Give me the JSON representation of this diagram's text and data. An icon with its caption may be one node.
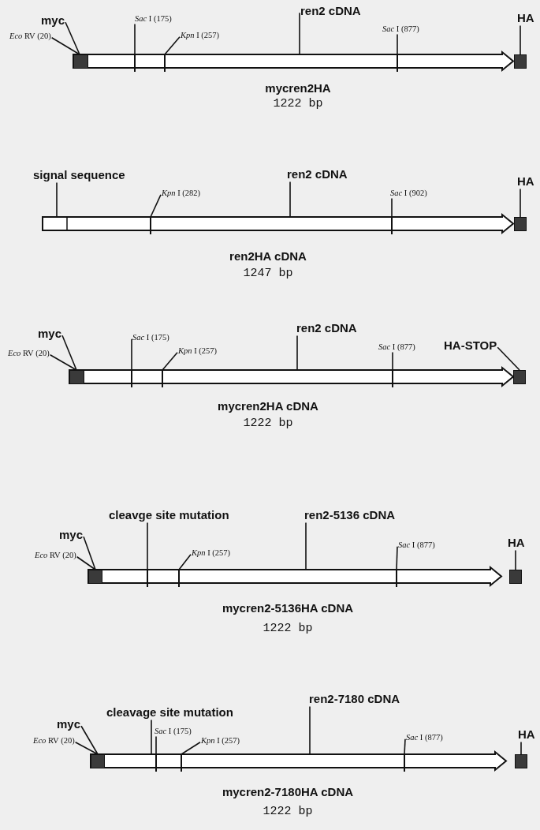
{
  "diagram": {
    "nodes": [
      {
        "text": [
          "myc"
        ]
      },
      {
        "text": [
          "ren2 cDNA"
        ]
      },
      {
        "text": [
          "HA"
        ]
      },
      {
        "text": [
          "*Sac* I (175)"
        ]
      },
      {
        "text": [
          "*Sac* I (877)"
        ]
      },
      {
        "text": [
          "*Eco* RV (20)"
        ]
      },
      {
        "text": [
          "*Kpn* I (257)"
        ]
      },
      {
        "text": [],
        "shape": "bar",
        "beside": [
          "mycren2HA",
          "1222 bp"
        ]
      },
      {
        "text": [],
        "shape": "box",
        "in": 7
      },
      {
        "text": [],
        "shape": "box"
      },
      {
        "text": [
          "signal sequence"
        ]
      },
      {
        "text": [
          "ren2 cDNA"
        ]
      },
      {
        "text": [
          "HA"
        ]
      },
      {
        "text": [
          "*Kpn* I (282)"
        ]
      },
      {
        "text": [
          "*Sac* I (902)"
        ]
      },
      {
        "text": [],
        "shape": "bar",
        "beside": [
          "ren2HA cDNA",
          "1247 bp"
        ]
      },
      {
        "text": [],
        "shape": "box"
      },
      {
        "text": [
          "myc"
        ]
      },
      {
        "text": [
          "ren2 cDNA"
        ]
      },
      {
        "text": [
          "HA-STOP"
        ]
      },
      {
        "text": [
          "*Sac* I (175)"
        ]
      },
      {
        "text": [
          "*Sac* I (877)"
        ]
      },
      {
        "text": [
          "*Eco* RV (20)"
        ]
      },
      {
        "text": [
          "*Kpn* I (257)"
        ]
      },
      {
        "text": [],
        "shape": "bar",
        "beside": [
          "mycren2HA cDNA",
          "1222 bp"
        ]
      },
      {
        "text": [],
        "shape": "box",
        "in": 24
      },
      {
        "text": [],
        "shape": "box"
      },
      {
        "text": [
          "cleavge site mutation"
        ]
      },
      {
        "text": [
          "ren2-5136 cDNA"
        ]
      },
      {
        "text": [
          "myc"
        ]
      },
      {
        "text": [
          "HA"
        ]
      },
      {
        "text": [
          "*Sac* I (877)"
        ]
      },
      {
        "text": [
          "*Eco* RV (20)"
        ]
      },
      {
        "text": [
          "*Kpn* I (257)"
        ]
      },
      {
        "text": [],
        "shape": "bar",
        "beside": [
          "mycren2-5136HA cDNA",
          "1222 bp"
        ]
      },
      {
        "text": [],
        "shape": "box",
        "in": 34
      },
      {
        "text": [],
        "shape": "box"
      },
      {
        "text": [
          "ren2-7180 cDNA"
        ]
      },
      {
        "text": [
          "cleavage site mutation"
        ]
      },
      {
        "text": [
          "myc"
        ]
      },
      {
        "text": [
          "HA"
        ]
      },
      {
        "text": [
          "*Sac* I (175)"
        ]
      },
      {
        "text": [
          "*Eco* RV (20)"
        ]
      },
      {
        "text": [
          "*Kpn* I (257)"
        ]
      },
      {
        "text": [
          "*Sac* I (877)"
        ]
      },
      {
        "text": [],
        "shape": "bar",
        "beside": [
          "mycren2-7180HA cDNA",
          "1222 bp"
        ]
      },
      {
        "text": [],
        "shape": "box",
        "in": 45
      },
      {
        "text": [],
        "shape": "box"
      }
    ],
    "edges": [
      {
        "from": 0,
        "to": 8,
        "arrow": "none"
      },
      {
        "from": 5,
        "to": 8,
        "arrow": "none"
      },
      {
        "from": 3,
        "to": 7,
        "arrow": "none"
      },
      {
        "from": 6,
        "to": 7,
        "arrow": "none"
      },
      {
        "from": 1,
        "to": 7,
        "arrow": "none"
      },
      {
        "from": 4,
        "to": 7,
        "arrow": "none"
      },
      {
        "from": 2,
        "to": 9,
        "arrow": "none"
      },
      {
        "from": 10,
        "to": 15,
        "arrow": "none"
      },
      {
        "from": 13,
        "to": 15,
        "arrow": "none"
      },
      {
        "from": 11,
        "to": 15,
        "arrow": "none"
      },
      {
        "from": 14,
        "to": 15,
        "arrow": "none"
      },
      {
        "from": 12,
        "to": 16,
        "arrow": "none"
      },
      {
        "from": 17,
        "to": 25,
        "arrow": "none"
      },
      {
        "from": 22,
        "to": 25,
        "arrow": "none"
      },
      {
        "from": 20,
        "to": 24,
        "arrow": "none"
      },
      {
        "from": 23,
        "to": 24,
        "arrow": "none"
      },
      {
        "from": 18,
        "to": 24,
        "arrow": "none"
      },
      {
        "from": 21,
        "to": 24,
        "arrow": "none"
      },
      {
        "from": 19,
        "to": 26,
        "arrow": "none"
      },
      {
        "from": 27,
        "to": 34,
        "arrow": "none"
      },
      {
        "from": 29,
        "to": 35,
        "arrow": "none"
      },
      {
        "from": 32,
        "to": 35,
        "arrow": "none"
      },
      {
        "from": 33,
        "to": 34,
        "arrow": "none"
      },
      {
        "from": 28,
        "to": 34,
        "arrow": "none"
      },
      {
        "from": 31,
        "to": 34,
        "arrow": "none"
      },
      {
        "from": 30,
        "to": 36,
        "arrow": "none"
      },
      {
        "from": 38,
        "to": 45,
        "arrow": "none"
      },
      {
        "from": 41,
        "to": 45,
        "arrow": "none"
      },
      {
        "from": 39,
        "to": 46,
        "arrow": "none"
      },
      {
        "from": 42,
        "to": 46,
        "arrow": "none"
      },
      {
        "from": 43,
        "to": 45,
        "arrow": "none"
      },
      {
        "from": 37,
        "to": 45,
        "arrow": "none"
      },
      {
        "from": 44,
        "to": 45,
        "arrow": "none"
      },
      {
        "from": 40,
        "to": 47,
        "arrow": "none"
      }
    ]
  }
}
